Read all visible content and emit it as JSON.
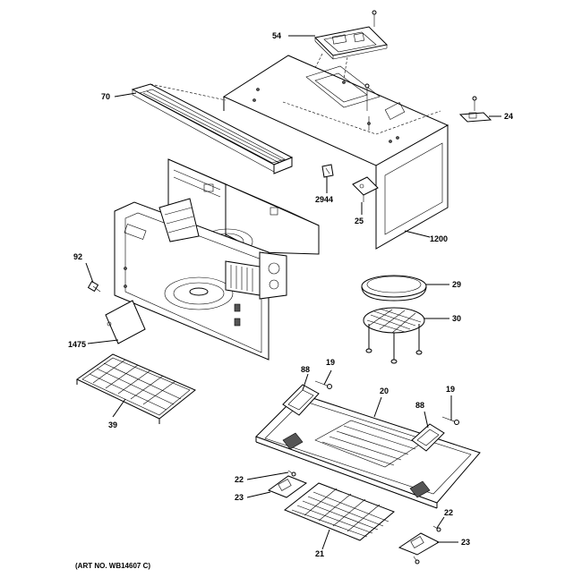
{
  "callouts": {
    "c54": "54",
    "c70": "70",
    "c24": "24",
    "c2944": "2944",
    "c25": "25",
    "c1200": "1200",
    "c92": "92",
    "c29": "29",
    "c30": "30",
    "c1475": "1475",
    "c39": "39",
    "c88a": "88",
    "c19a": "19",
    "c20": "20",
    "c19b": "19",
    "c88b": "88",
    "c22a": "22",
    "c23a": "23",
    "c22b": "22",
    "c21": "21",
    "c23b": "23"
  },
  "art_number": "(ART NO. WB14607 C)"
}
